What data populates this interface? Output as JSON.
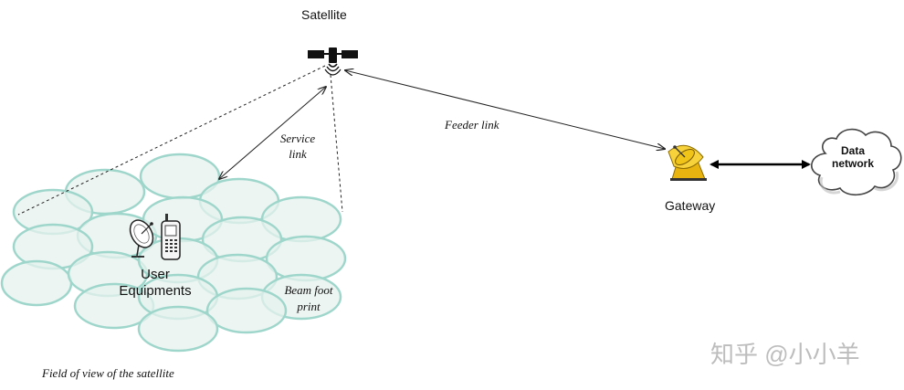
{
  "labels": {
    "satellite": "Satellite",
    "service_link_line1": "Service",
    "service_link_line2": "link",
    "feeder_link": "Feeder link",
    "gateway": "Gateway",
    "data_network_line1": "Data",
    "data_network_line2": "network",
    "user_equipments_line1": "User",
    "user_equipments_line2": "Equipments",
    "beam_footprint_line1": "Beam foot",
    "beam_footprint_line2": "print",
    "field_of_view": "Field of view of the satellite",
    "watermark": "知乎 @小小羊"
  },
  "colors": {
    "beam_fill": "#e6f1ee",
    "beam_stroke": "#9fd6cb",
    "line": "#222222",
    "gateway_dish": "#f0c419",
    "watermark": "#bdbdbd"
  },
  "icons": [
    "satellite-icon",
    "gateway-dish-icon",
    "cloud-icon",
    "user-dish-icon",
    "mobile-phone-icon"
  ]
}
